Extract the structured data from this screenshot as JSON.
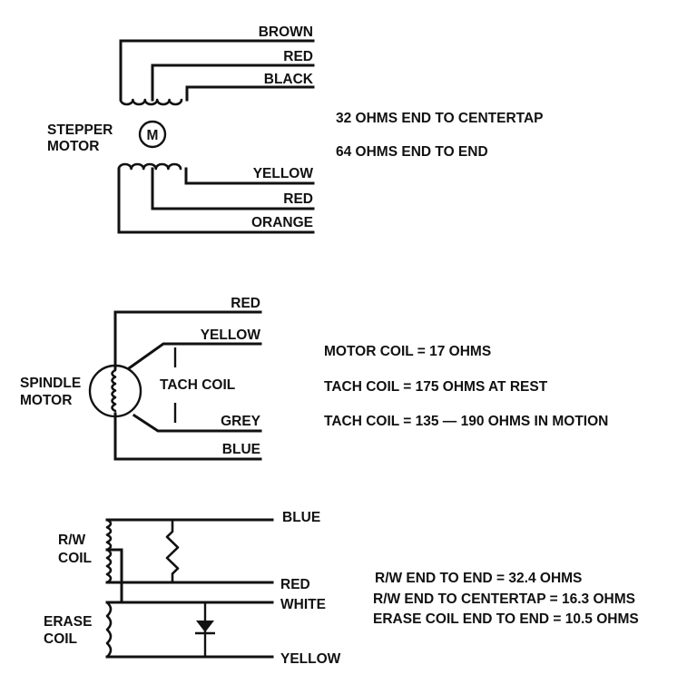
{
  "stepper": {
    "name_line1": "STEPPER",
    "name_line2": "MOTOR",
    "symbol": "M",
    "wires": {
      "brown": "BROWN",
      "red_top": "RED",
      "black": "BLACK",
      "yellow": "YELLOW",
      "red_bottom": "RED",
      "orange": "ORANGE"
    },
    "notes": [
      "32 OHMS END TO CENTERTAP",
      "64 OHMS END TO END"
    ]
  },
  "spindle": {
    "name_line1": "SPINDLE",
    "name_line2": "MOTOR",
    "tach_label": "TACH COIL",
    "wires": {
      "red": "RED",
      "yellow": "YELLOW",
      "grey": "GREY",
      "blue": "BLUE"
    },
    "notes": [
      "MOTOR COIL = 17 OHMS",
      "TACH COIL = 175 OHMS AT REST",
      "TACH COIL = 135 — 190 OHMS IN MOTION"
    ]
  },
  "head": {
    "rw_line1": "R/W",
    "rw_line2": "COIL",
    "erase_line1": "ERASE",
    "erase_line2": "COIL",
    "wires": {
      "blue": "BLUE",
      "red": "RED",
      "white": "WHITE",
      "yellow": "YELLOW"
    },
    "notes": [
      "R/W END TO END = 32.4 OHMS",
      "R/W END TO CENTERTAP = 16.3 OHMS",
      "ERASE COIL END TO END = 10.5 OHMS"
    ]
  }
}
